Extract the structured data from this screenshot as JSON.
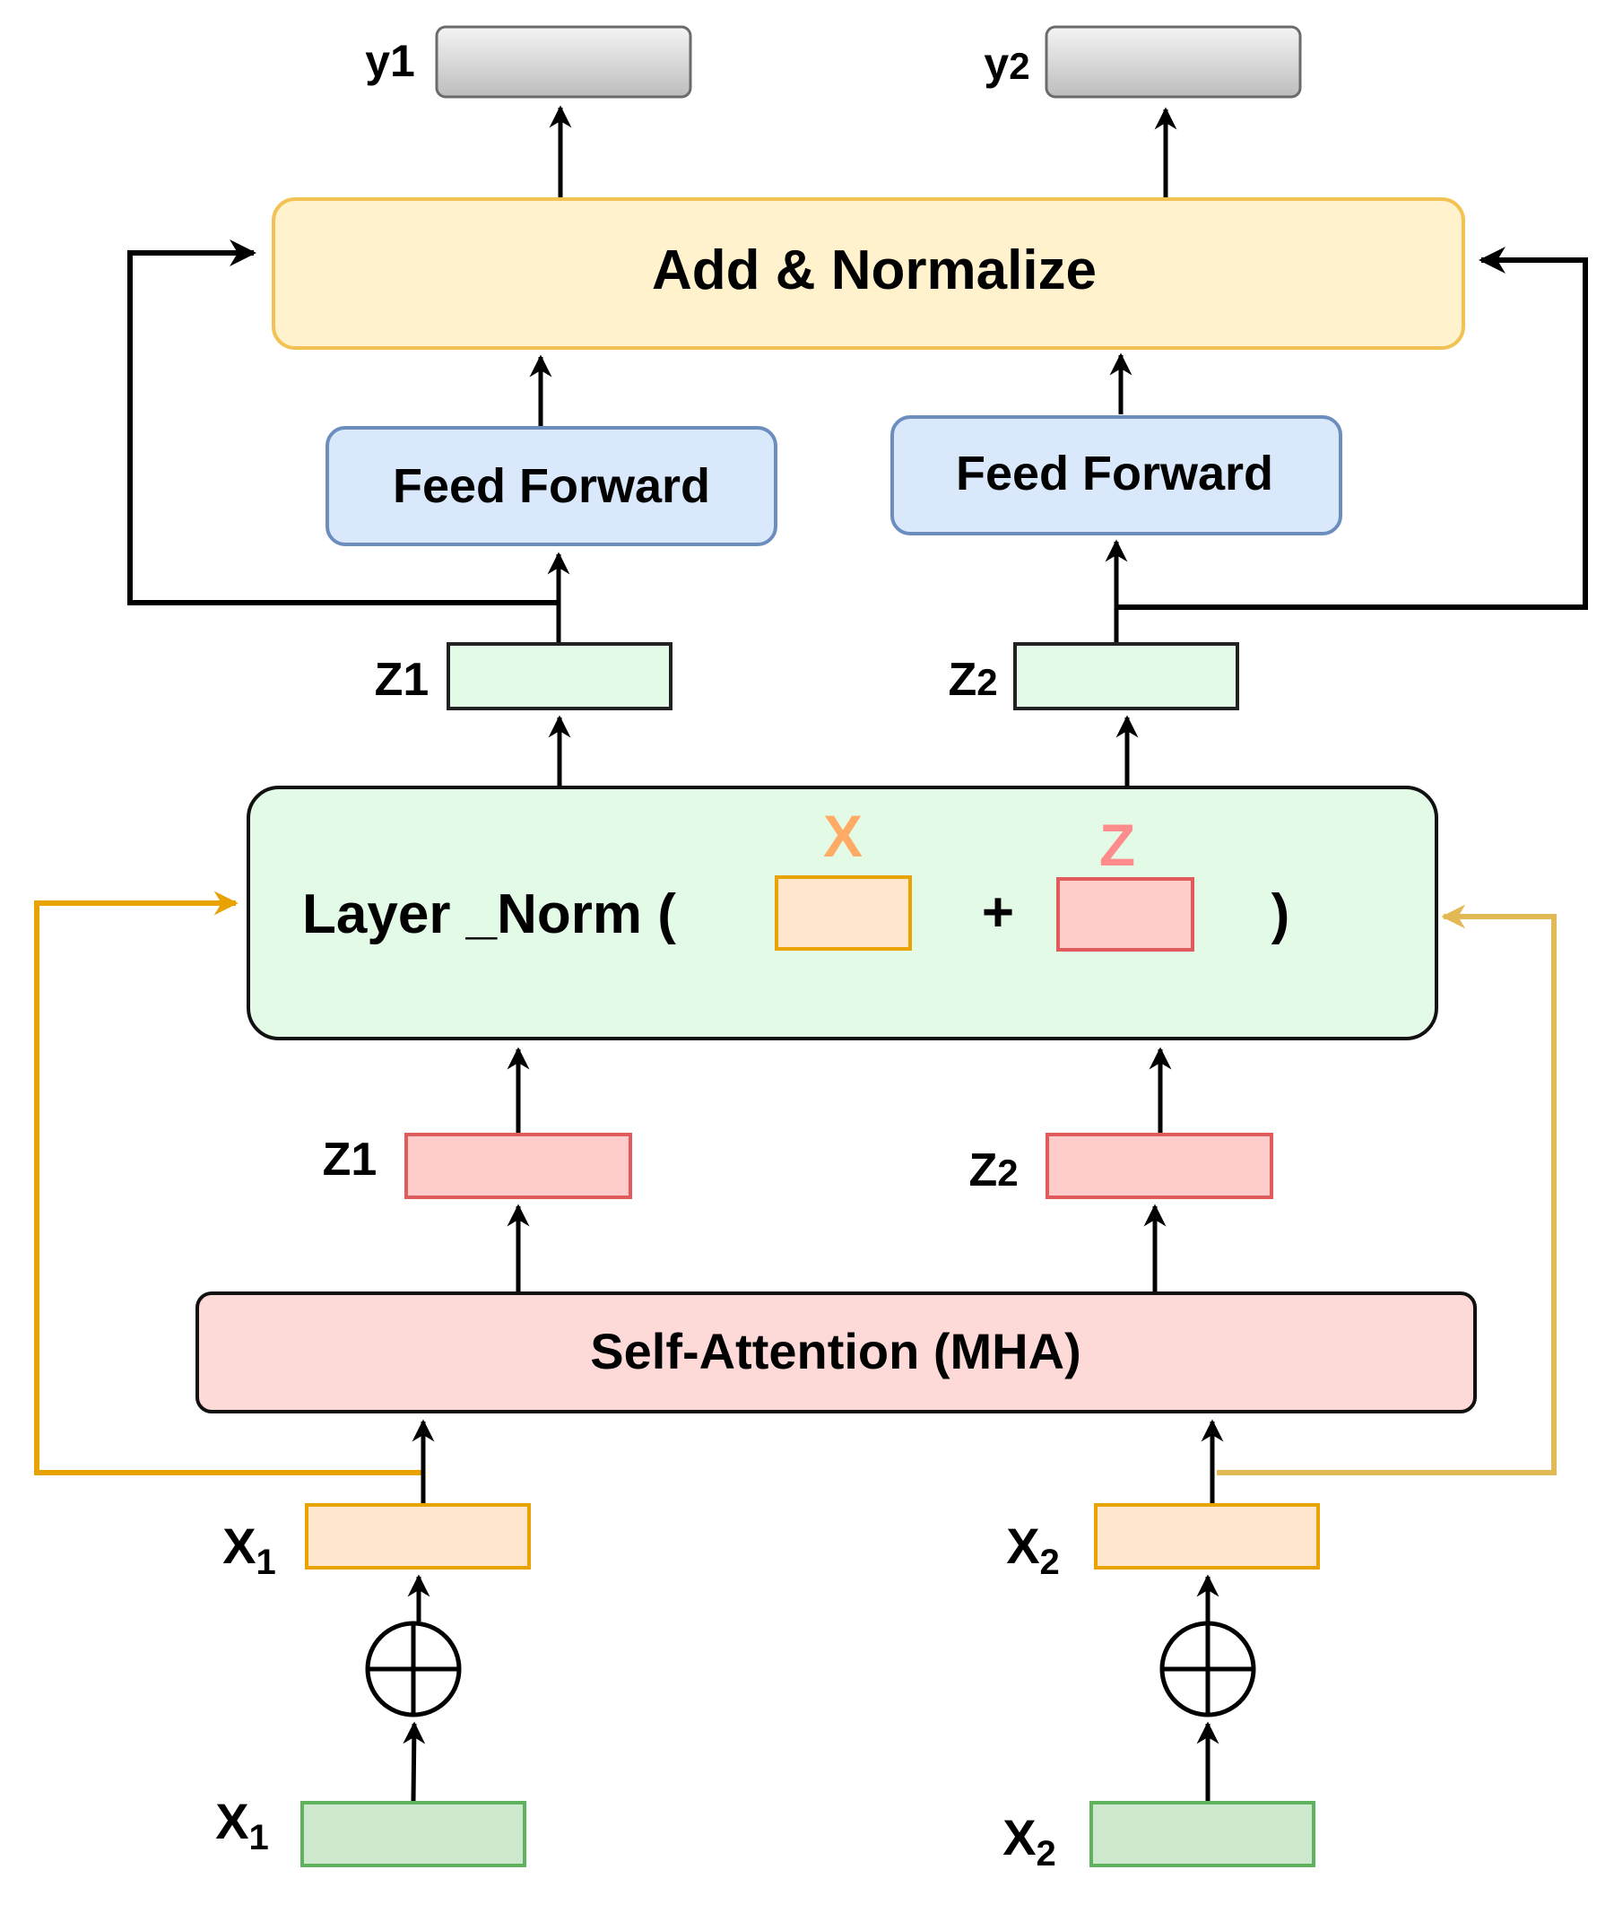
{
  "outputs": {
    "y1": {
      "base": "y",
      "sub": "1"
    },
    "y2": {
      "base": "y",
      "sub": "2"
    }
  },
  "add_normalize": {
    "label": "Add & Normalize"
  },
  "feed_forward": {
    "left_label": "Feed Forward",
    "right_label": "Feed Forward"
  },
  "z_upper": {
    "left": {
      "base": "Z",
      "sub": "1"
    },
    "right": {
      "base": "Z",
      "sub": "2"
    }
  },
  "layer_norm": {
    "label": "Layer _Norm (",
    "close": ")",
    "plus": "+",
    "x_caption": "X",
    "z_caption": "Z"
  },
  "z_lower": {
    "left": {
      "base": "Z",
      "sub": "1"
    },
    "right": {
      "base": "Z",
      "sub": "2"
    }
  },
  "self_attention": {
    "label": "Self-Attention (MHA)"
  },
  "x_embedded": {
    "left": {
      "base": "X",
      "sub": "1"
    },
    "right": {
      "base": "X",
      "sub": "2"
    }
  },
  "positional_add_icon": "circle-plus-icon",
  "x_input": {
    "left": {
      "base": "X",
      "sub": "1"
    },
    "right": {
      "base": "X",
      "sub": "2"
    }
  },
  "colors": {
    "add_norm_fill": "#fff2cc",
    "add_norm_stroke": "#f2c255",
    "feed_forward_fill": "#dae8fc",
    "feed_forward_stroke": "#6c8ebf",
    "layer_norm_fill": "#e3fbe6",
    "z_upper_fill": "#e3fbe6",
    "z_lower_fill": "#ffcccc",
    "z_lower_stroke": "#e05c5c",
    "self_attention_fill": "#fdd9d7",
    "x_embedded_fill": "#ffe6cc",
    "x_embedded_stroke": "#e8a300",
    "x_input_fill": "#cde8cd",
    "x_input_stroke": "#5fb35f",
    "output_fill": "#d0d0d0",
    "residual_left": "#e8a300",
    "residual_right": "#e2b955",
    "x_caption": "#ffab66",
    "z_caption": "#ff8c8c"
  }
}
